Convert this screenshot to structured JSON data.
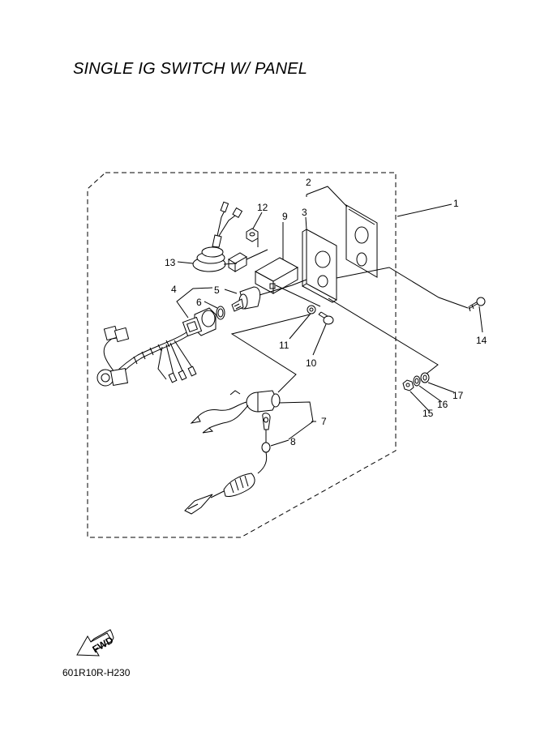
{
  "title": "SINGLE IG SWITCH W/ PANEL",
  "diagram_code": "601R10R-H230",
  "fwd_label": "FWD",
  "callouts": {
    "c1": "1",
    "c2": "2",
    "c3": "3",
    "c4": "4",
    "c5": "5",
    "c6": "6",
    "c7": "7",
    "c8": "8",
    "c9": "9",
    "c10": "10",
    "c11": "11",
    "c12": "12",
    "c13": "13",
    "c14": "14",
    "c15": "15",
    "c16": "16",
    "c17": "17"
  },
  "colors": {
    "line": "#000000",
    "background": "#ffffff"
  }
}
